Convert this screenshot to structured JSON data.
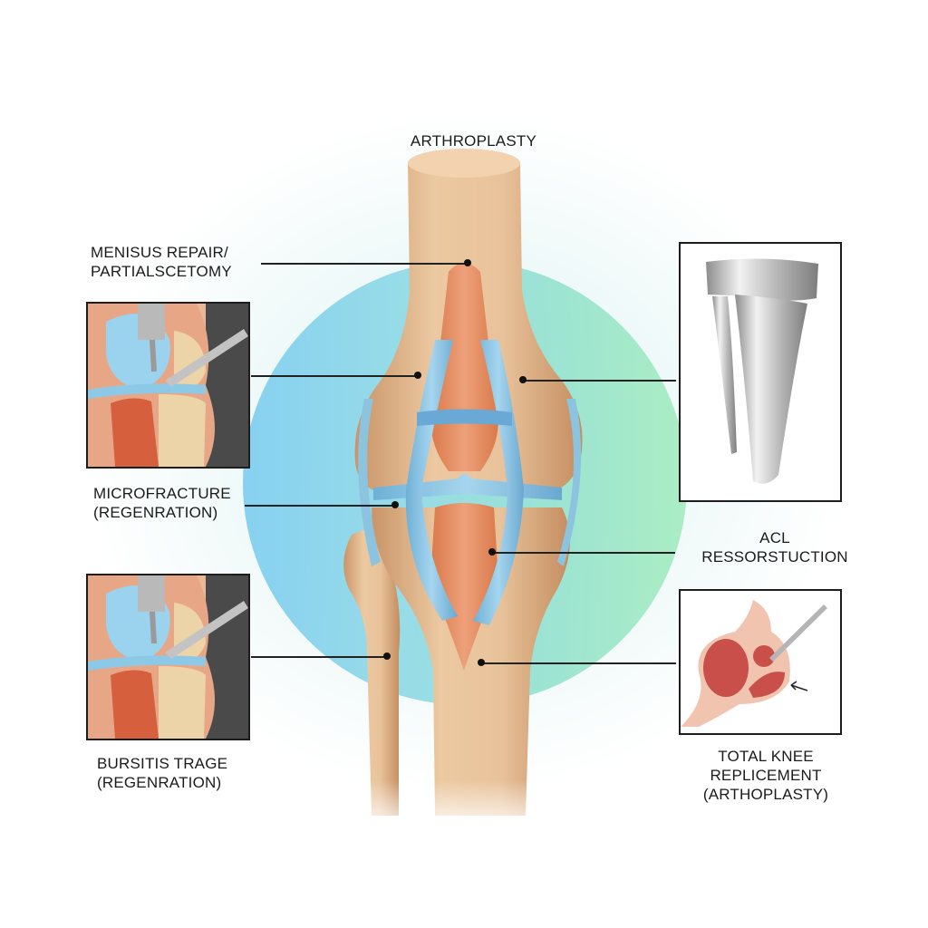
{
  "title": "ARTHROPLASTY",
  "labels": {
    "meniscus": {
      "line1": "MENISUS REPAIR/",
      "line2": "PARTIALSCETOMY"
    },
    "microfracture": {
      "line1": "MICROFRACTURE",
      "line2": "(REGENRATION)"
    },
    "bursitis": {
      "line1": "BURSITIS TRAGE",
      "line2": "(REGENRATION)"
    },
    "acl": {
      "line1": "ACL",
      "line2": "RESSORSTUCTION"
    },
    "tkr": {
      "line1": "TOTAL KNEE",
      "line2": "REPLICEMENT",
      "line3": "(ARTHOPLASTY)"
    }
  },
  "panels": {
    "arthroscopy_top": "arthroscopic-knee-illustration",
    "arthroscopy_bottom": "arthroscopic-knee-illustration",
    "implant": "tibial-implant-illustration",
    "bursa": "bursa-drainage-illustration"
  },
  "colors": {
    "bone": "#e3b88d",
    "ligament": "#8cc4e0",
    "muscle": "#e08a5c",
    "circle_left": "#7ecdf0",
    "circle_right": "#a4ecbf",
    "leader": "#222222"
  }
}
